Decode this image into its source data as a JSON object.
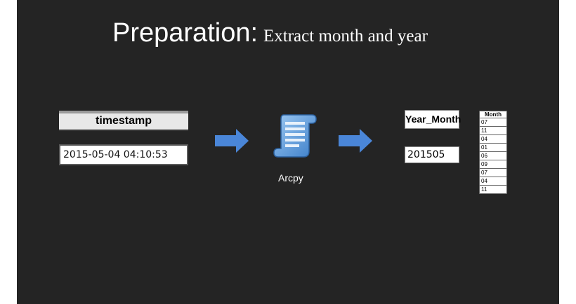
{
  "slide": {
    "title_main": "Preparation:",
    "title_sub": "Extract month and year"
  },
  "input": {
    "header": "timestamp",
    "value": "2015-05-04 04:10:53"
  },
  "process": {
    "icon": "script-scroll-icon",
    "label": "Arcpy"
  },
  "output": {
    "header": "Year_Month",
    "value": "201505"
  },
  "month_table": {
    "header": "Month",
    "rows": [
      "07",
      "11",
      "04",
      "01",
      "06",
      "09",
      "07",
      "04",
      "11"
    ]
  },
  "colors": {
    "background": "#242424",
    "arrow": "#4a86d8",
    "icon_blue": "#5b9bd5"
  }
}
